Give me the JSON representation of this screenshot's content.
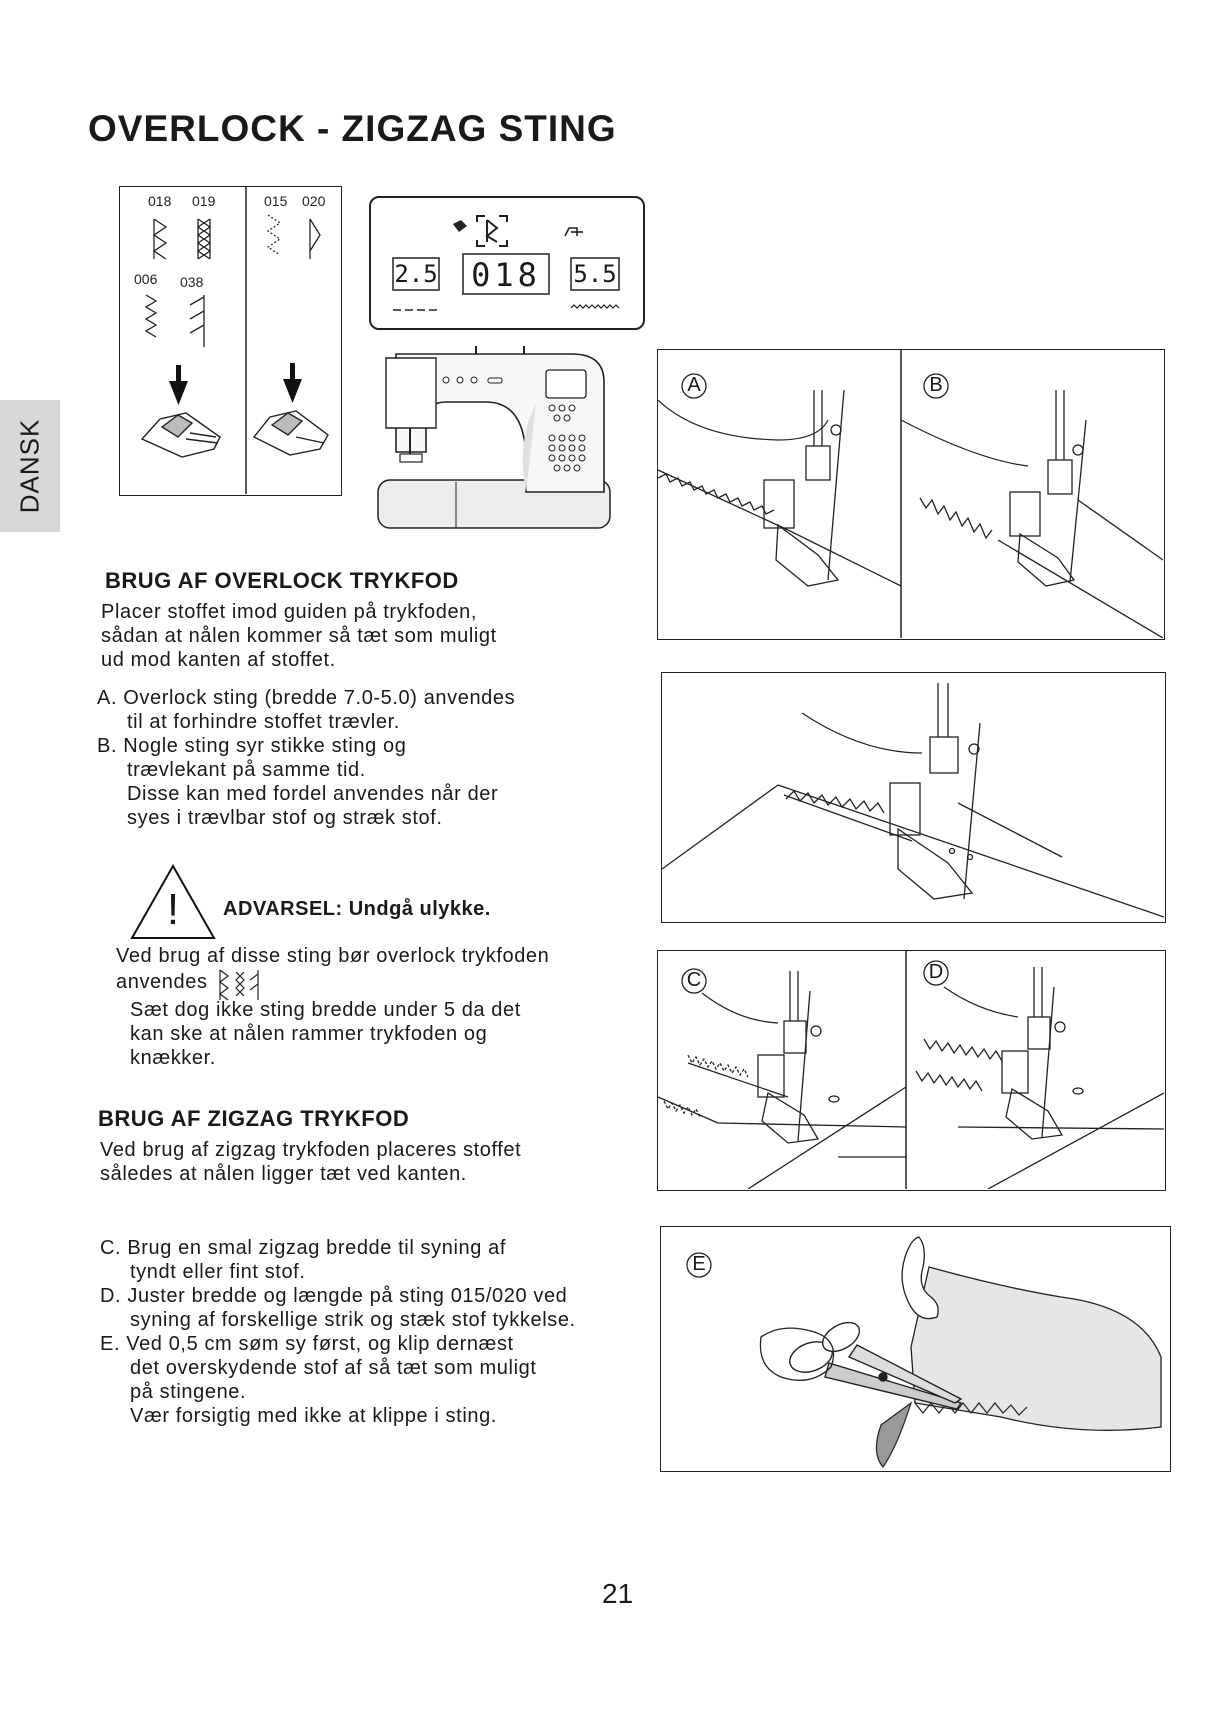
{
  "page": {
    "title": "OVERLOCK - ZIGZAG STING",
    "side_tab": "DANSK",
    "page_number": "21"
  },
  "stitch_chart": {
    "left_codes_top": [
      "018",
      "019"
    ],
    "left_codes_bottom": [
      "006",
      "038"
    ],
    "right_codes": [
      "015",
      "020"
    ]
  },
  "lcd": {
    "length": "2.5",
    "pattern": "018",
    "width": "5.5"
  },
  "overlock": {
    "heading": "BRUG AF OVERLOCK TRYKFOD",
    "intro": [
      "Placer stoffet imod guiden på trykfoden,",
      "sådan at nålen kommer så tæt som muligt",
      "ud mod kanten af stoffet."
    ],
    "item_a": [
      "A. Overlock sting (bredde 7.0-5.0) anvendes",
      "til at forhindre stoffet trævler."
    ],
    "item_b": [
      "B. Nogle sting syr stikke sting og",
      "trævlekant på samme tid.",
      "Disse kan med fordel anvendes når der",
      "syes i trævlbar stof og stræk stof."
    ]
  },
  "warning": {
    "symbol": "!",
    "title": "ADVARSEL: Undgå ulykke.",
    "line1": "Ved brug af disse sting bør overlock trykfoden",
    "line2": "anvendes",
    "rest": [
      "Sæt dog ikke sting bredde under 5 da det",
      "kan ske at nålen rammer trykfoden og",
      "knækker."
    ]
  },
  "zigzag": {
    "heading": "BRUG AF ZIGZAG TRYKFOD",
    "intro": [
      "Ved brug af zigzag trykfoden placeres stoffet",
      "således at nålen ligger tæt ved kanten."
    ],
    "item_c": [
      "C. Brug en smal zigzag bredde til syning af",
      "tyndt eller fint stof."
    ],
    "item_d": [
      "D. Juster bredde og længde på sting 015/020 ved",
      "syning af forskellige strik og stæk stof tykkelse."
    ],
    "item_e": [
      "E. Ved 0,5 cm søm sy først, og klip dernæst",
      "det overskydende stof af så tæt som muligt",
      "på stingene.",
      "Vær forsigtig med ikke at klippe i sting."
    ]
  },
  "figures": {
    "a": "A",
    "b": "B",
    "c": "C",
    "d": "D",
    "e": "E"
  }
}
